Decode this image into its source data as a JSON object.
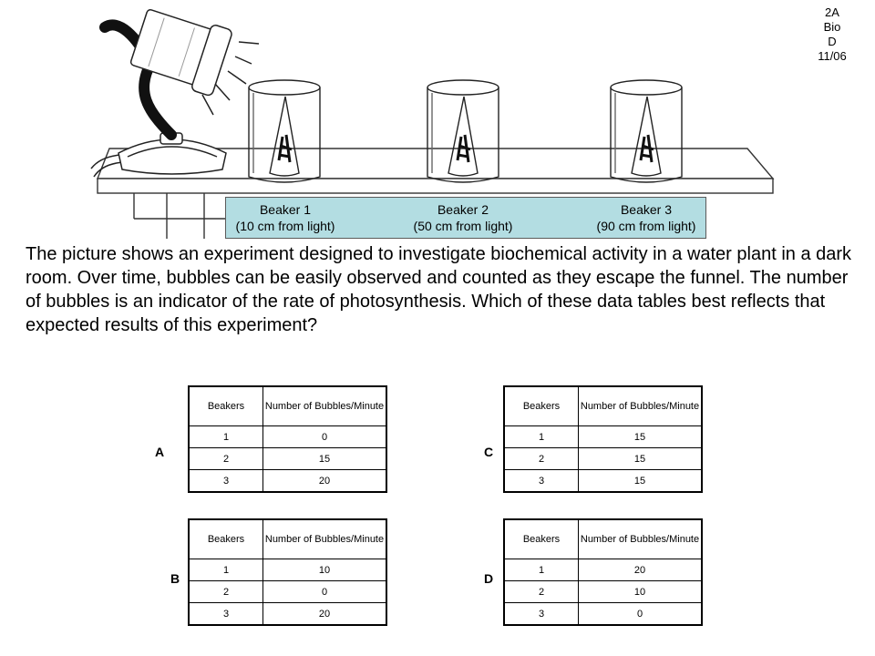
{
  "code_lines": [
    "2A",
    "Bio",
    "D",
    "11/06"
  ],
  "beakers": [
    {
      "name": "Beaker 1",
      "distance": "(10 cm from light)"
    },
    {
      "name": "Beaker 2",
      "distance": "(50 cm from light)"
    },
    {
      "name": "Beaker 3",
      "distance": "(90 cm from light)"
    }
  ],
  "question": "The picture shows an experiment designed to investigate biochemical activity in a water plant in a dark room.  Over time, bubbles can be easily observed and counted as they escape the funnel.  The number of bubbles is an indicator of the rate of photosynthesis.  Which of these data tables best reflects that expected results of this experiment?",
  "table_headers": {
    "col1": "Beakers",
    "col2": "Number of Bubbles/Minute"
  },
  "options": [
    {
      "letter": "A",
      "rows": [
        [
          "1",
          "0"
        ],
        [
          "2",
          "15"
        ],
        [
          "3",
          "20"
        ]
      ]
    },
    {
      "letter": "C",
      "rows": [
        [
          "1",
          "15"
        ],
        [
          "2",
          "15"
        ],
        [
          "3",
          "15"
        ]
      ]
    },
    {
      "letter": "B",
      "rows": [
        [
          "1",
          "10"
        ],
        [
          "2",
          "0"
        ],
        [
          "3",
          "20"
        ]
      ]
    },
    {
      "letter": "D",
      "rows": [
        [
          "1",
          "20"
        ],
        [
          "2",
          "10"
        ],
        [
          "3",
          "0"
        ]
      ]
    }
  ]
}
